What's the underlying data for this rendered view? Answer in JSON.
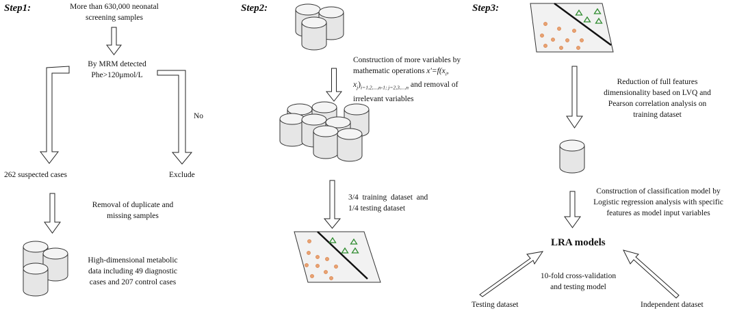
{
  "steps": {
    "step1": {
      "label": "Step1:",
      "samples": [
        "More than 630,000 neonatal",
        "screening samples"
      ],
      "detection": [
        "By MRM detected",
        "Phe>120μmol/L"
      ],
      "no_label": "No",
      "suspected": "262 suspected cases",
      "exclude": "Exclude",
      "removal": [
        "Removal of duplicate and",
        "missing samples"
      ],
      "metabolic_data": [
        "High-dimensional metabolic",
        "data including 49 diagnostic",
        "cases and 207 control cases"
      ]
    },
    "step2": {
      "label": "Step2:",
      "construction": {
        "line1": "Construction of more variables by",
        "line2_prefix": "mathematic operations ",
        "formula_var": "x'=f(x",
        "formula_sub1": "i",
        "formula_comma": ",",
        "line3_var": "x",
        "line3_sub1": "j",
        "line3_paren": ")",
        "line3_sub2": "i=1,2,...,n-1; j=2,3,...,n",
        "line3_rest": " and removal of",
        "line4": "irrelevant variables"
      },
      "split": [
        "3/4  training  dataset  and",
        "1/4 testing dataset"
      ]
    },
    "step3": {
      "label": "Step3:",
      "reduction": [
        "Reduction of full features",
        "dimensionality based on LVQ and",
        "Pearson correlation analysis on",
        "training dataset"
      ],
      "classification": [
        "Construction of classification model by",
        "Logistic regression analysis with specific",
        "features as model input variables"
      ],
      "lra": "LRA models",
      "validation": [
        "10-fold cross-validation",
        "and testing model"
      ],
      "testing_dataset": "Testing dataset",
      "independent_dataset": "Independent dataset"
    }
  }
}
